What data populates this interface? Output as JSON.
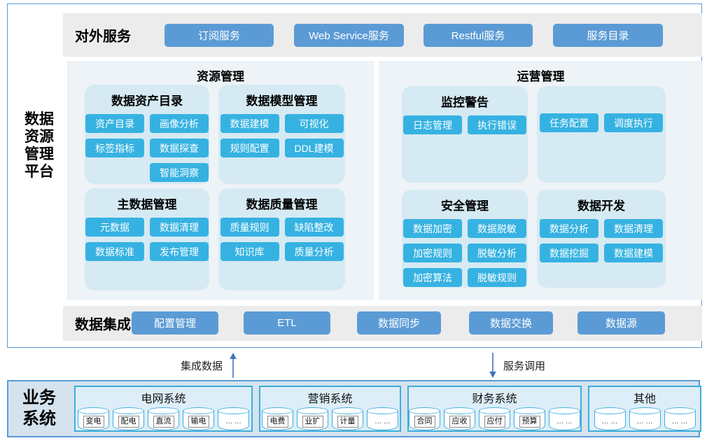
{
  "frame": {
    "platform_title_lines": [
      "数据",
      "资源",
      "管理",
      "平台"
    ],
    "external": {
      "label": "对外服务",
      "buttons": [
        "订阅服务",
        "Web Service服务",
        "Restful服务",
        "服务目录"
      ]
    },
    "resource": {
      "title": "资源管理",
      "groups": [
        {
          "title": "数据资产目录",
          "buttons": [
            "资产目录",
            "画像分析",
            "标签指标",
            "数据探查",
            "智能洞察"
          ]
        },
        {
          "title": "数据模型管理",
          "buttons": [
            "数据建模",
            "可视化",
            "规则配置",
            "DDL建模"
          ]
        },
        {
          "title": "主数据管理",
          "buttons": [
            "元数据",
            "数据清理",
            "数据标准",
            "发布管理"
          ]
        },
        {
          "title": "数据质量管理",
          "buttons": [
            "质量规则",
            "缺陷整改",
            "知识库",
            "质量分析"
          ]
        }
      ]
    },
    "operations": {
      "title": "运营管理",
      "groups": [
        {
          "title": "监控警告",
          "buttons": [
            "日志管理",
            "执行错误"
          ]
        },
        {
          "title": "",
          "buttons": [
            "任务配置",
            "调度执行"
          ]
        },
        {
          "title": "安全管理",
          "buttons": [
            "数据加密",
            "数据脱敏",
            "加密规则",
            "脱敏分析",
            "加密算法",
            "脱敏规则"
          ]
        },
        {
          "title": "数据开发",
          "buttons": [
            "数据分析",
            "数据清理",
            "数据挖掘",
            "数据建模"
          ]
        }
      ]
    },
    "integration": {
      "label": "数据集成",
      "buttons": [
        "配置管理",
        "ETL",
        "数据同步",
        "数据交换",
        "数据源"
      ]
    }
  },
  "arrows": {
    "up_label": "集成数据",
    "down_label": "服务调用"
  },
  "business": {
    "label_lines": [
      "业务",
      "系统"
    ],
    "systems": [
      {
        "name": "电网系统",
        "dbs": [
          "变电",
          "配电",
          "直流",
          "输电",
          "… …"
        ]
      },
      {
        "name": "营销系统",
        "dbs": [
          "电费",
          "业扩",
          "计量",
          "… …"
        ]
      },
      {
        "name": "财务系统",
        "dbs": [
          "合同",
          "应收",
          "应付",
          "预算",
          "… …"
        ]
      },
      {
        "name": "其他",
        "dbs": [
          "… …",
          "… …",
          "… …"
        ]
      }
    ]
  },
  "colors": {
    "frame_border": "#5B9BD5",
    "gray_row": "#ECECEC",
    "panel_bg": "#EDF3F6",
    "subpanel_bg": "#D5EAF3",
    "blue_button": "#5B9BD5",
    "cyan_button": "#36B2E2",
    "business_bg": "#D5E3EE",
    "system_box_bg": "#DDEEF8",
    "cylinder_stroke": "#3FAEDC",
    "arrow": "#4472C4"
  }
}
